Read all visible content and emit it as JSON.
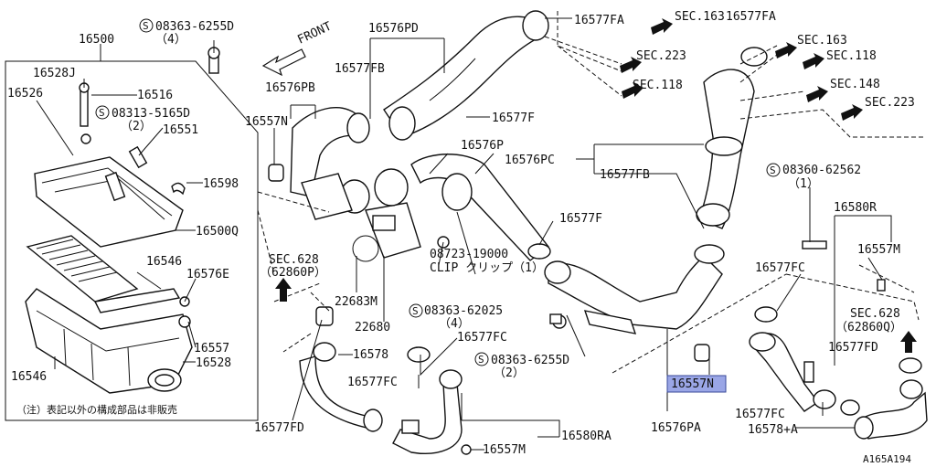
{
  "diagram": {
    "ref_code": "A165A194",
    "front_label": "FRONT",
    "note": "（注）表記以外の構成部品は非販売",
    "highlight_part": "16557N",
    "labels": {
      "p16500": "16500",
      "p08363_6255D_top": "08363-6255D",
      "p08363_6255D_top_qty": "（4）",
      "p16528J": "16528J",
      "p16526": "16526",
      "p16516": "16516",
      "p08313_5165D": "08313-5165D",
      "p08313_5165D_qty": "（2）",
      "p16551": "16551",
      "p16598": "16598",
      "p16500Q": "16500Q",
      "p16546_top": "16546",
      "p16576E": "16576E",
      "p16557": "16557",
      "p16528": "16528",
      "p16546_bottom": "16546",
      "p16576PB": "16576PB",
      "p16557N_left": "16557N",
      "p16576PD": "16576PD",
      "p16577FB_top": "16577FB",
      "p16577FA_a": "16577FA",
      "p16577FA_b": "16577FA",
      "sec163_a": "SEC.163",
      "sec223_a": "SEC.223",
      "sec118_a": "SEC.118",
      "sec163_b": "SEC.163",
      "sec118_b": "SEC.118",
      "sec148": "SEC.148",
      "sec223_b": "SEC.223",
      "p16577F_top": "16577F",
      "p16576P": "16576P",
      "p16576PC": "16576PC",
      "p16577FB_mid": "16577FB",
      "p16577F_mid": "16577F",
      "sec628_left": "SEC.628",
      "sec628_left_sub": "（62860P）",
      "p22683M": "22683M",
      "p22680": "22680",
      "p08723_19000": "08723-19000",
      "clip_label": "CLIP クリップ（1）",
      "p08363_62025": "08363-62025",
      "p08363_62025_qty": "（4）",
      "p16578_left": "16578",
      "p16577FC_mid": "16577FC",
      "p16577FC_left": "16577FC",
      "p08363_6255D_mid": "08363-6255D",
      "p08363_6255D_mid_qty": "（2）",
      "p16577FD_left": "16577FD",
      "p16580RA": "16580RA",
      "p16557M_bottom": "16557M",
      "p16557N_right": "16557N",
      "p16576PA": "16576PA",
      "p08360_62562": "08360-62562",
      "p08360_62562_qty": "（1）",
      "p16580R": "16580R",
      "p16557M_right": "16557M",
      "p16577FC_right": "16577FC",
      "sec628_right": "SEC.628",
      "sec628_right_sub": "（62860Q）",
      "p16577FD_right": "16577FD",
      "p16577FC_right_bottom": "16577FC",
      "p16578A": "16578+A"
    }
  }
}
